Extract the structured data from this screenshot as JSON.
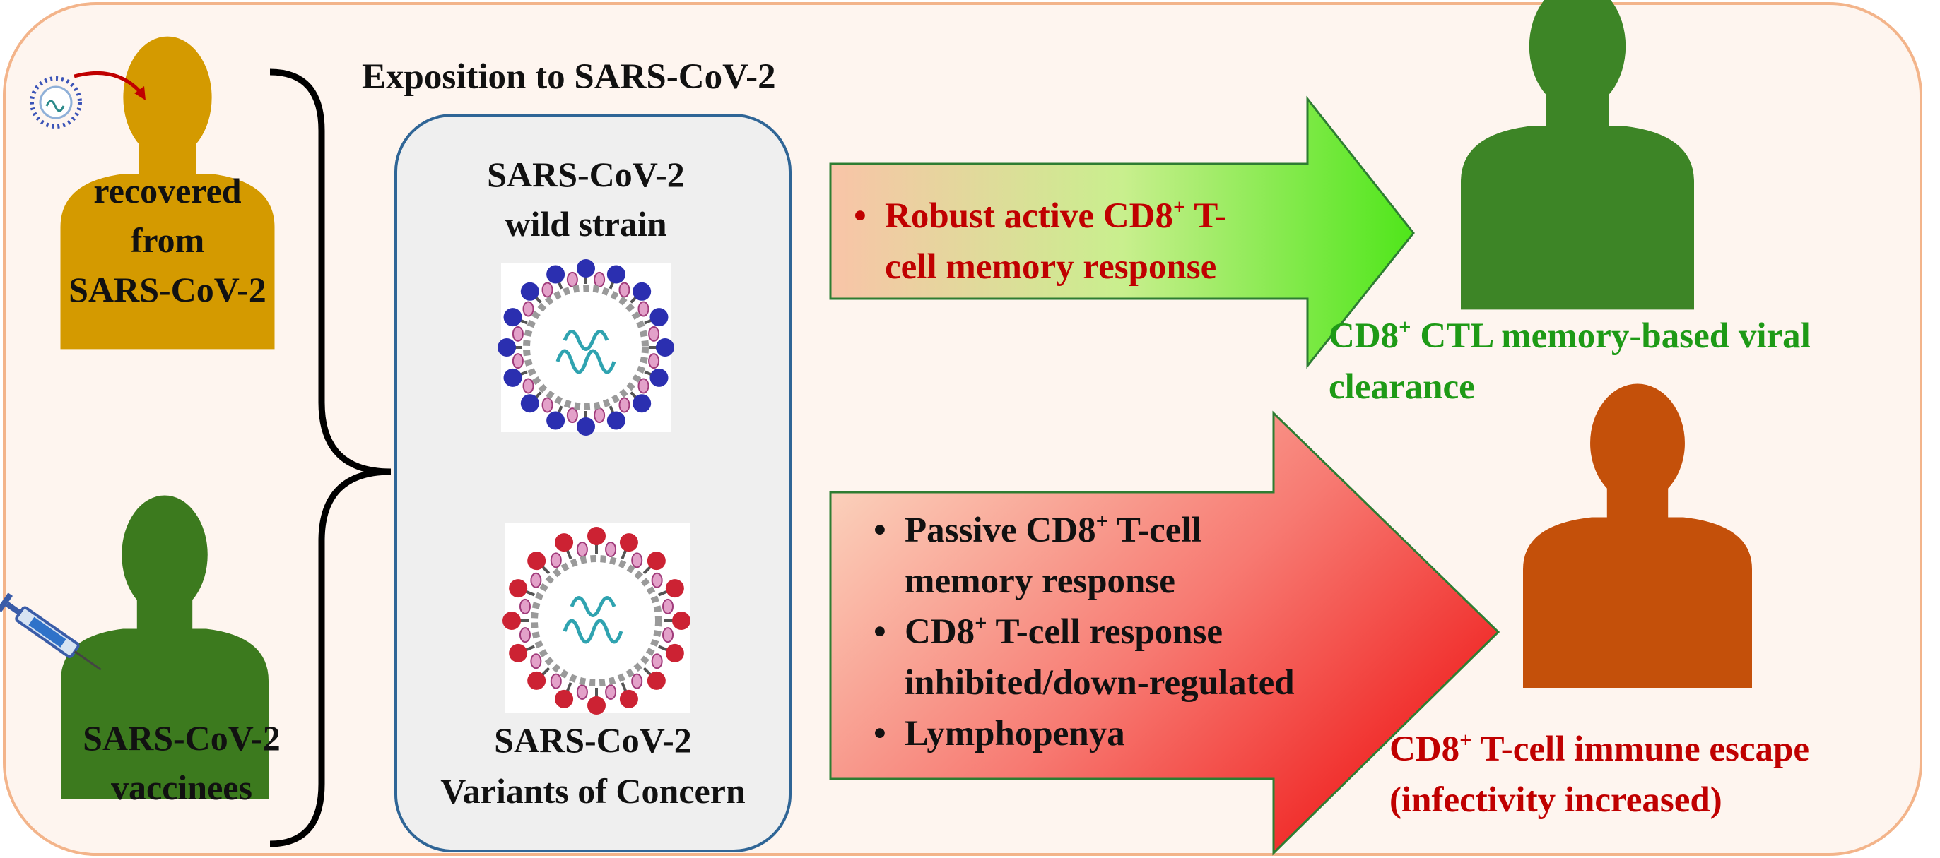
{
  "exposure_title": "Exposition to SARS-CoV-2",
  "groups": {
    "recovered": [
      "recovered",
      "from",
      "SARS-CoV-2"
    ],
    "vaccinees": [
      "SARS-CoV-2",
      "vaccinees"
    ]
  },
  "strains": {
    "wild": [
      "SARS-CoV-2",
      "wild strain"
    ],
    "variants": [
      "SARS-CoV-2",
      "Variants of Concern"
    ]
  },
  "upper_arrow": {
    "bullet_line1_pre": "Robust active CD8",
    "bullet_line1_sup": "+",
    "bullet_line1_post": " T-",
    "bullet_line2": "cell memory response"
  },
  "lower_arrow": {
    "b1_pre": "Passive CD8",
    "b1_sup": "+",
    "b1_post": " T-cell",
    "b1_line2": "memory response",
    "b2_pre": "CD8",
    "b2_sup": "+",
    "b2_post": " T-cell response",
    "b2_line2": "inhibited/down-regulated",
    "b3": "Lymphopenya"
  },
  "outcomes": {
    "clearance_pre": "CD8",
    "clearance_sup": "+",
    "clearance_post": " CTL memory-based viral",
    "clearance_line2": "clearance",
    "escape_pre": "CD8",
    "escape_sup": "+",
    "escape_post": " T-cell immune escape",
    "escape_line2": "(infectivity increased)"
  },
  "colors": {
    "recovered_person": "#d49a00",
    "vaccinee_person": "#3c7a1e",
    "clearance_person": "#3d8526",
    "escape_person": "#c4500a",
    "wild_virus_spikes": "#2b2fb0",
    "variant_virus_spikes": "#cc2233",
    "outcome_good": "#1e9a16",
    "outcome_bad": "#c00000"
  },
  "icons": [
    "virus-icon",
    "syringe-icon",
    "person-silhouette-icon"
  ]
}
